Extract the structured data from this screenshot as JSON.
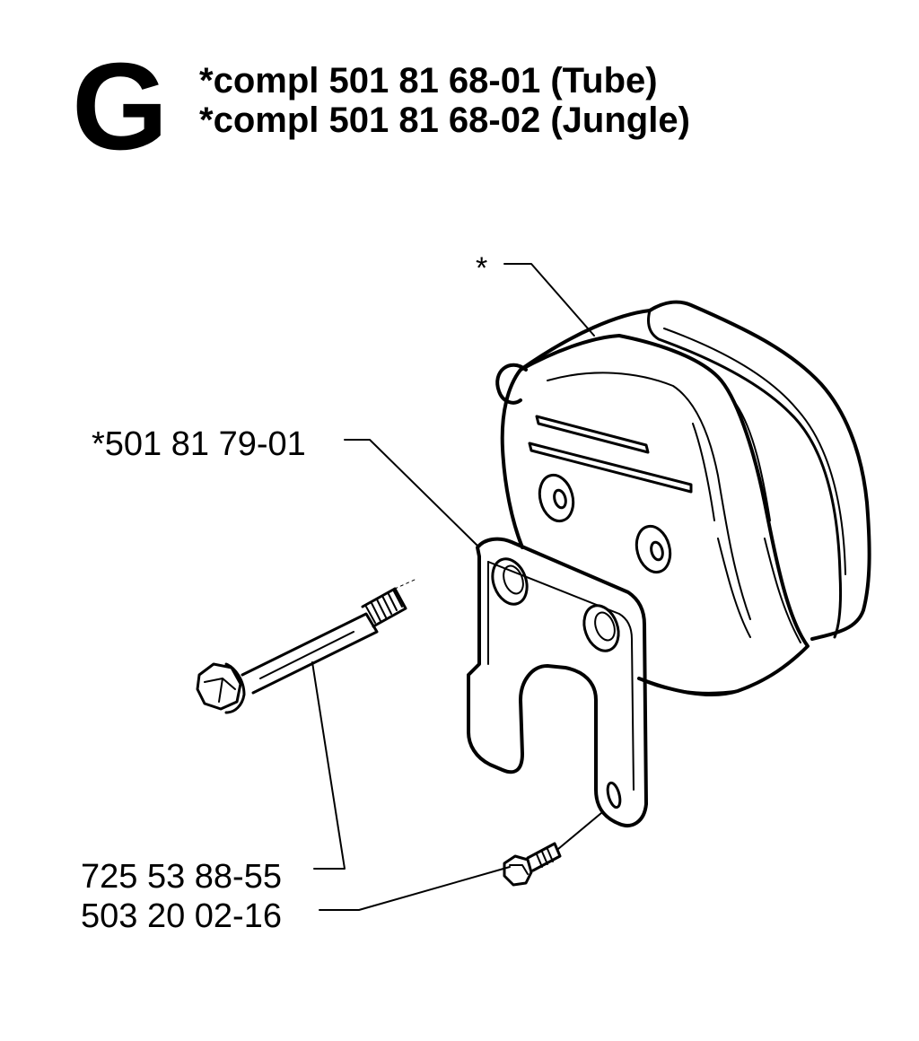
{
  "section": {
    "letter": "G"
  },
  "title": {
    "lines": [
      "*compl 501 81 68-01 (Tube)",
      "*compl 501 81 68-02 (Jungle)"
    ]
  },
  "callouts": {
    "muffler": "*",
    "bracket": "*501 81 79-01",
    "bolt": "725 53 88-55",
    "screw": "503 20 02-16"
  }
}
